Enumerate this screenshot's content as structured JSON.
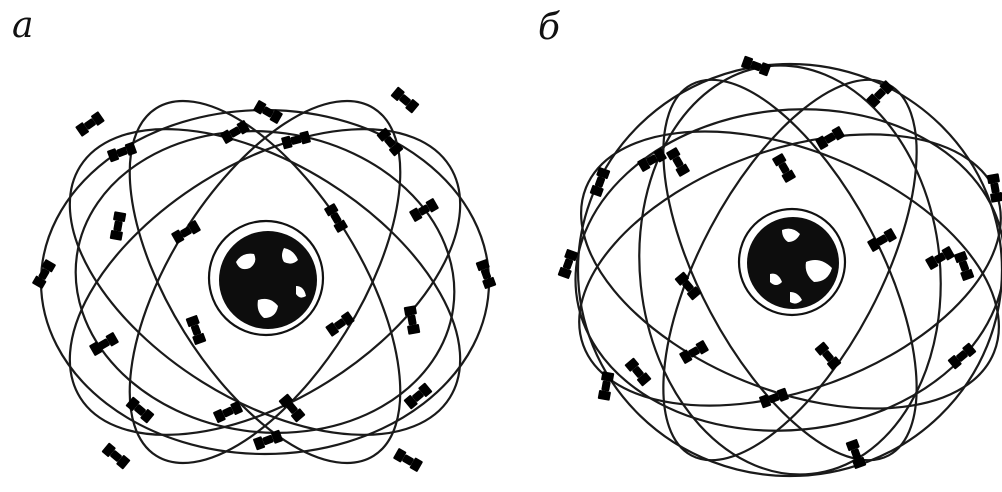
{
  "figure": {
    "panels": [
      {
        "id": "a",
        "label": "а",
        "orbit_count": 6,
        "satellite_icon": "satellite-icon",
        "center_icon": "earth-globe-icon"
      },
      {
        "id": "b",
        "label": "б",
        "orbit_count": 6,
        "satellite_icon": "satellite-icon",
        "center_icon": "earth-globe-icon"
      }
    ]
  },
  "colors": {
    "line": "#1a1a1a",
    "background": "#ffffff"
  }
}
